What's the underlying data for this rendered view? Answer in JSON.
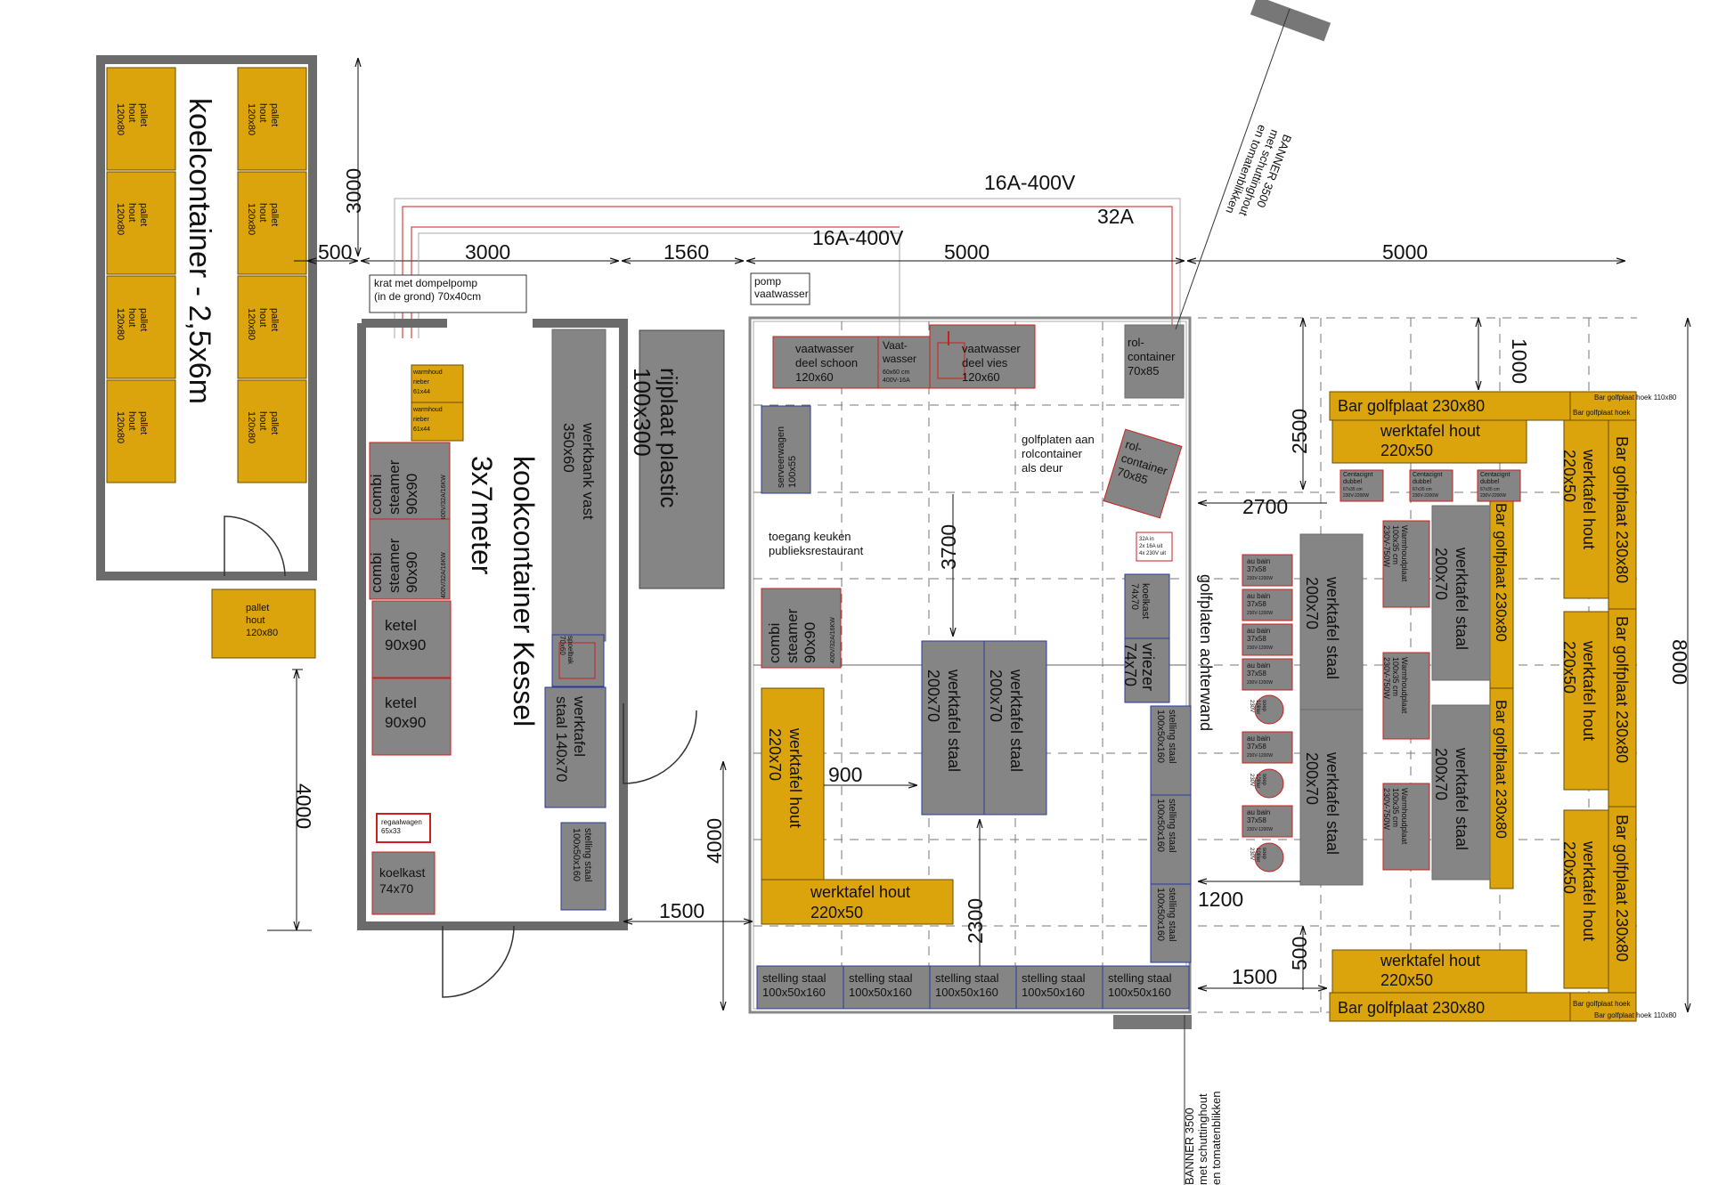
{
  "colors": {
    "grey": "#858585",
    "wall": "#6b6b6b",
    "gold": "#dba30c",
    "red": "#cc1e1e",
    "blue": "#2a3a9a"
  },
  "dims": {
    "d_3000_top": "3000",
    "d_500": "500",
    "d_3000": "3000",
    "d_1560": "1560",
    "d_5000_a": "5000",
    "d_5000_b": "5000",
    "d_4000_left": "4000",
    "d_4000_mid": "4000",
    "d_1500_a": "1500",
    "d_3700": "3700",
    "d_900": "900",
    "d_2300": "2300",
    "d_2500": "2500",
    "d_1000": "1000",
    "d_2700": "2700",
    "d_1200": "1200",
    "d_1500_b": "1500",
    "d_500_b": "500",
    "d_8000": "8000"
  },
  "power": {
    "p1": "16A-400V",
    "p2": "16A-400V",
    "p3": "32A"
  },
  "koelcontainer": {
    "title": "koelcontainer - 2,5x6m",
    "pallet_l1": "pallet",
    "pallet_l2": "hout",
    "pallet_l3": "120x80"
  },
  "kookcontainer": {
    "title1": "kookcontainer Kessel",
    "title2": "3x7meter",
    "krat_l1": "krat met dompelpomp",
    "krat_l2": "(in de grond) 70x40cm",
    "warmhoud_l1": "warmhoud",
    "warmhoud_l2": "rieber",
    "warmhoud_l3": "61x44",
    "combi_l1": "combi",
    "combi_l2": "steamer",
    "combi_l3": "90x90",
    "combi_spec": "400V/32A/16KW",
    "ketel_l1": "ketel",
    "ketel_l2": "90x90",
    "regaalwagen_l1": "regaalwagen",
    "regaalwagen_l2": "65x33",
    "koelkast_l1": "koelkast",
    "koelkast_l2": "74x70",
    "werkbank_l1": "werkbank vast",
    "werkbank_l2": "350x60",
    "spoelbak_l1": "spoelbak",
    "spoelbak_l2": "70x60",
    "werktafel_l1": "werktafel",
    "werktafel_l2": "staal 140x70",
    "stelling_l1": "stelling staal",
    "stelling_l2": "100x50x160"
  },
  "rijplaat": {
    "l1": "rijplaat plastic",
    "l2": "100x300"
  },
  "tent": {
    "pomp_l1": "pomp",
    "pomp_l2": "vaatwasser",
    "vaat_schoon_l1": "vaatwasser",
    "vaat_schoon_l2": "deel schoon",
    "vaat_schoon_l3": "120x60",
    "vaat_l1": "Vaat-",
    "vaat_l2": "wasser",
    "vaat_l3": "60x60 cm",
    "vaat_l4": "400V-16A",
    "vaat_vies_l1": "vaatwasser",
    "vaat_vies_l2": "deel vies",
    "vaat_vies_l3": "120x60",
    "rol_l1": "rol-",
    "rol_l2": "container",
    "rol_l3": "70x85",
    "golfplaten_rol_l1": "golfplaten aan",
    "golfplaten_rol_l2": "rolcontainer",
    "golfplaten_rol_l3": "als deur",
    "serveer_l1": "serveerwagen",
    "serveer_l2": "100x55",
    "toegang_l1": "toegang keuken",
    "toegang_l2": "publieksrestaurant",
    "combi_l1": "combi",
    "combi_l2": "steamer",
    "combi_l3": "90x90",
    "combi_spec": "400V/32A/16KW",
    "werk_staal_l1": "werktafel staal",
    "werk_staal_l2": "200x70",
    "werk_hout_l1": "werktafel hout",
    "werk_hout_l2": "220x70",
    "werk_hout2_l1": "werktafel hout",
    "werk_hout2_l2": "220x50",
    "koelkast_l1": "koelkast",
    "koelkast_l2": "74x70",
    "vriezer_l1": "vriezer",
    "vriezer_l2": "74x70",
    "stelling_l1": "stelling staal",
    "stelling_l2": "100x50x160",
    "golfplaten_achter": "golfplaten achterwand",
    "breaker_l1": "32A in",
    "breaker_l2": "2x 16A uit",
    "breaker_l3": "4x 230V uit"
  },
  "bar": {
    "bar_l": "Bar golfplaat  230x80",
    "werk_hout_l1": "werktafel hout",
    "werk_hout_l2": "220x50",
    "centa_l1": "Centacignt",
    "centa_l2": "dubbel",
    "centa_l3": "67x35 cm",
    "centa_l4": "230V-2200W",
    "warmhoud_l1": "Warmhoudplaat",
    "warmhoud_l2": "100x35 cm",
    "warmhoud_l3": "230V-750W",
    "au_bain_l1": "au bain",
    "au_bain_l2": "37x58",
    "au_bain_l3": "230V-1200W",
    "soep_l1": "soep",
    "soep_l2": "10liter",
    "soep_l3": "230V",
    "werk_staal_l1": "werktafel staal",
    "werk_staal_l2": "200x70",
    "werk_staal_v": "werktafel staal",
    "corner_label": "Bar golfplaat hoek",
    "corner_size": "Bar golfplaat hoek 110x80"
  },
  "banner": {
    "top_l1": "BANNER 3500",
    "top_l2": "met schuttinghout",
    "top_l3": "en tomatenblikken",
    "bottom_l1": "BANNER 3500",
    "bottom_l2": "met schuttinghout",
    "bottom_l3": "en tomatenblikken"
  }
}
